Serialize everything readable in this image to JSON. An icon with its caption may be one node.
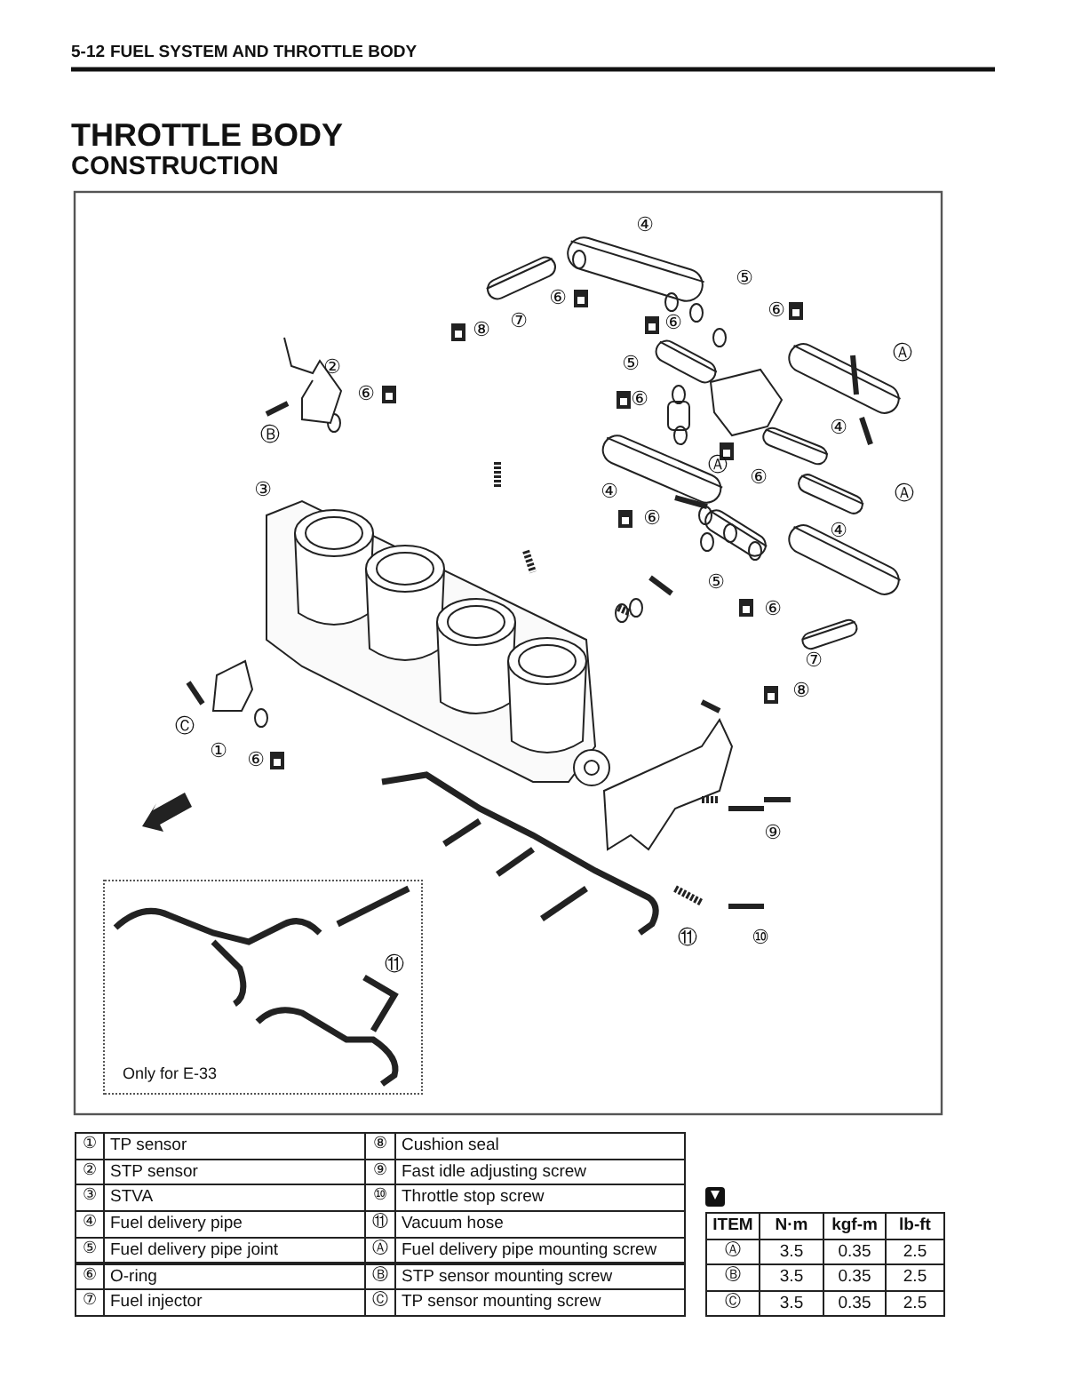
{
  "diagram": {
    "title": "THROTTLE BODY",
    "nodes": [
      {
        "text": [
          "Only for E-33"
        ]
      }
    ],
    "edges": [],
    "labels": [
      "5-12",
      "FUEL SYSTEM AND THROTTLE BODY",
      "CONSTRUCTION",
      "④",
      "⑤",
      "⑥",
      "⑥",
      "⑦",
      "⑥",
      "⑧",
      "Ⓐ",
      "②",
      "⑤",
      "⑥",
      "⑥",
      "Ⓑ",
      "④",
      "Ⓐ",
      "⑥",
      "③",
      "④",
      "Ⓐ",
      "⑥",
      "④",
      "⑤",
      "⑥",
      "⑦",
      "⑧",
      "Ⓒ",
      "①",
      "⑥",
      "⑨",
      "⑪",
      "⑩",
      "⑪",
      "①",
      "TP sensor",
      "⑧",
      "Cushion seal",
      "②",
      "STP sensor",
      "⑨",
      "Fast idle adjusting screw",
      "③",
      "STVA",
      "⑩",
      "Throttle stop screw",
      "④",
      "Fuel delivery pipe",
      "⑪",
      "Vacuum hose",
      "⑤",
      "Fuel delivery pipe joint",
      "Ⓐ",
      "Fuel delivery pipe mounting screw",
      "⑥",
      "O-ring",
      "Ⓑ",
      "STP sensor mounting screw",
      "⑦",
      "Fuel injector",
      "Ⓒ",
      "TP sensor mounting screw",
      "ITEM",
      "N·m",
      "kgf-m",
      "lb-ft",
      "Ⓐ",
      "3.5",
      "0.35",
      "2.5",
      "Ⓑ",
      "3.5",
      "0.35",
      "2.5",
      "Ⓒ",
      "3.5",
      "0.35",
      "2.5"
    ]
  }
}
